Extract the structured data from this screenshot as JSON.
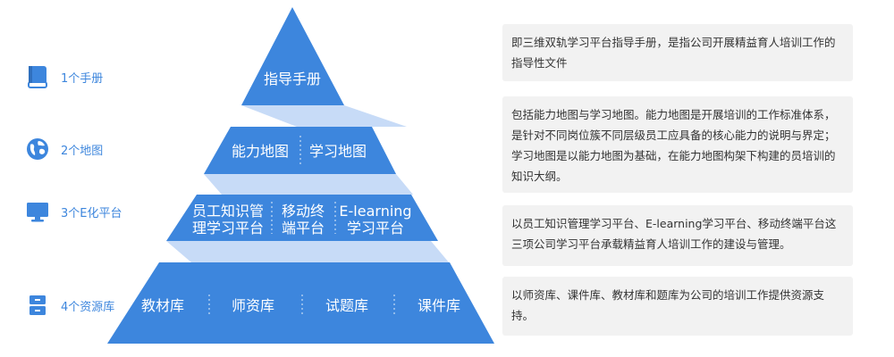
{
  "colors": {
    "accent": "#3d86dd",
    "connector": "#c7dbf7",
    "desc_bg": "#f2f2f2",
    "text": "#333333"
  },
  "left_labels": [
    {
      "icon": "book-icon",
      "label": "1个手册"
    },
    {
      "icon": "globe-icon",
      "label": "2个地图"
    },
    {
      "icon": "monitor-icon",
      "label": "3个E化平台"
    },
    {
      "icon": "database-icon",
      "label": "4个资源库"
    }
  ],
  "pyramid": {
    "tier1": {
      "label": "指导手册"
    },
    "tier2": {
      "items": [
        "能力地图",
        "学习地图"
      ]
    },
    "tier3": {
      "items": [
        {
          "line1": "员工知识管",
          "line2": "理学习平台"
        },
        {
          "line1": "移动终",
          "line2": "端平台"
        },
        {
          "line1": "E-learning",
          "line2": "学习平台"
        }
      ]
    },
    "tier4": {
      "items": [
        "教材库",
        "师资库",
        "试题库",
        "课件库"
      ]
    }
  },
  "descriptions": [
    "即三维双轨学习平台指导手册，是指公司开展精益育人培训工作的指导性文件",
    "包括能力地图与学习地图。能力地图是开展培训的工作标准体系，是针对不同岗位簇不同层级员工应具备的核心能力的说明与界定；学习地图是以能力地图为基础，在能力地图构架下构建的员培训的知识大纲。",
    "以员工知识管理学习平台、E-learning学习平台、移动终端平台这三项公司学习平台承载精益育人培训工作的建设与管理。",
    "以师资库、课件库、教材库和题库为公司的培训工作提供资源支持。"
  ]
}
